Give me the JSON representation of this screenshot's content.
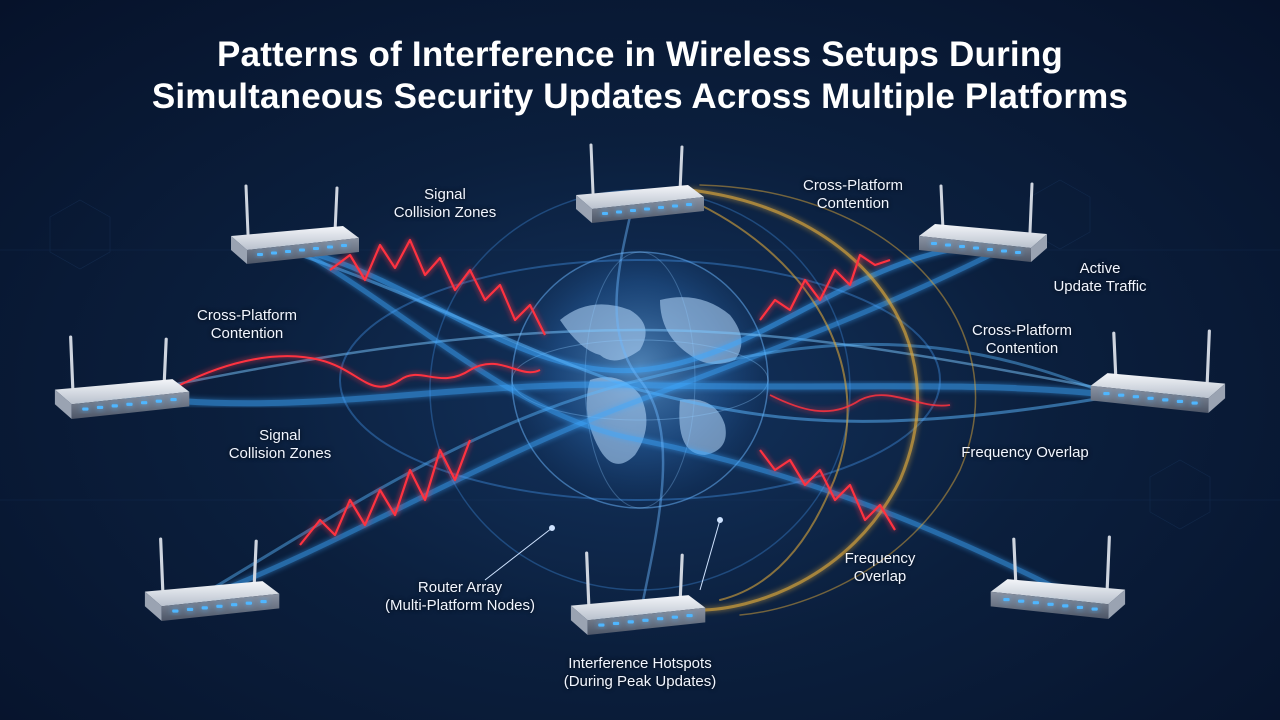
{
  "title": {
    "line1": "Patterns of Interference in Wireless Setups During",
    "line2": "Simultaneous Security Updates Across Multiple Platforms"
  },
  "labels": {
    "signal_collision_top": [
      "Signal",
      "Collision Zones"
    ],
    "cross_platform_top": [
      "Cross-Platform",
      "Contention"
    ],
    "active_update_traffic": [
      "Active",
      "Update Traffic"
    ],
    "cross_platform_left": [
      "Cross-Platform",
      "Contention"
    ],
    "cross_platform_right": [
      "Cross-Platform",
      "Contention"
    ],
    "signal_collision_left": [
      "Signal",
      "Collision Zones"
    ],
    "frequency_overlap_right": [
      "Frequency Overlap"
    ],
    "frequency_overlap_bottom": [
      "Frequency",
      "Overlap"
    ],
    "router_array": [
      "Router Array",
      "(Multi-Platform Nodes)"
    ],
    "interference_hotspots": [
      "Interference Hotspots",
      "(During Peak Updates)"
    ]
  },
  "colors": {
    "background": "#0b1f3d",
    "wave_blue": "#3ea8ff",
    "interference_red": "#ff3340",
    "overlap_gold": "#d9a53a",
    "router_body": "#d8dde6",
    "router_led": "#4fb6ff"
  },
  "icons": [
    "router-icon",
    "globe-icon"
  ]
}
